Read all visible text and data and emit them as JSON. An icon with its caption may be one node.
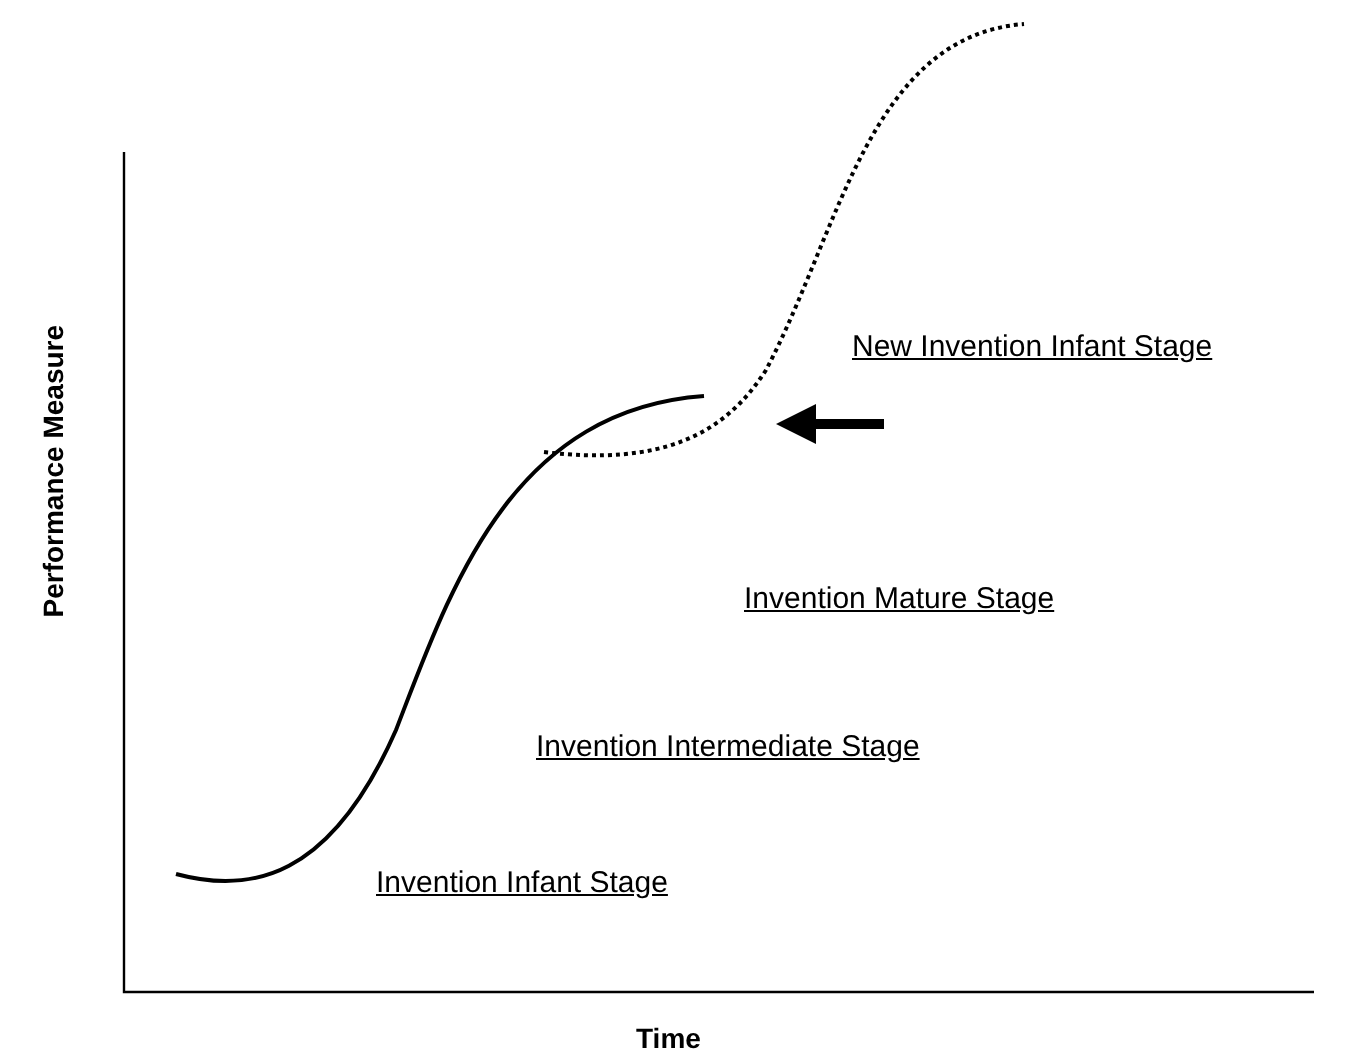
{
  "diagram": {
    "labels": [
      "New Invention Infant Stage",
      "Performance Measure",
      "Invention Mature Stage",
      "Invention Intermediate Stage",
      "Invention Infant Stage",
      "Time"
    ]
  }
}
